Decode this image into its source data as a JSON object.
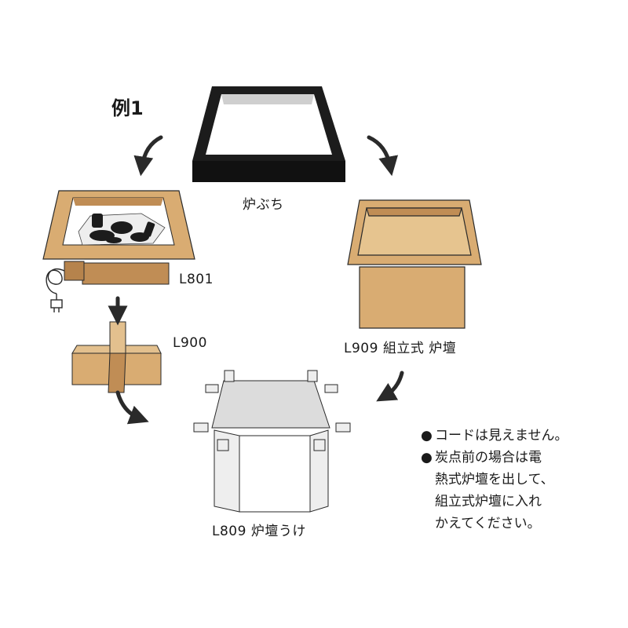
{
  "title": "例1",
  "labels": {
    "frame": "炉ぶち",
    "electric_furnace": "L801",
    "divider": "L900",
    "assembly_box": "L909 組立式 炉壇",
    "stand": "L809 炉壇うけ"
  },
  "notes": [
    {
      "bullet": "●",
      "lines": [
        "コードは見えません。"
      ]
    },
    {
      "bullet": "●",
      "lines": [
        "炭点前の場合は電",
        "熱式炉壇を出して、",
        "組立式炉壇に入れ",
        "かえてください。"
      ]
    }
  ],
  "colors": {
    "cardboard": "#d9ac72",
    "cardboard_dark": "#c08d55",
    "frame": "#1c1c1c",
    "stand_panel": "#eeeeee",
    "outline": "#2a2a2a"
  }
}
